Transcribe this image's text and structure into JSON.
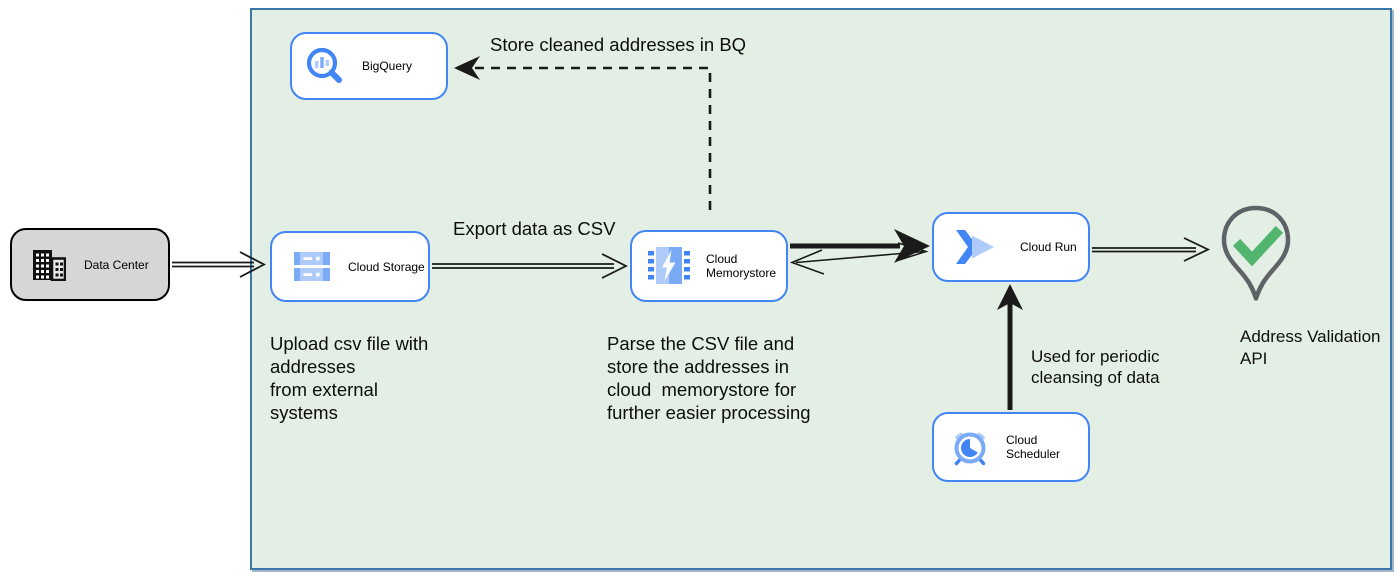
{
  "nodes": {
    "data_center": {
      "label": "Data Center",
      "icon": "building-icon"
    },
    "bigquery": {
      "label": "BigQuery",
      "icon": "bigquery-search-icon"
    },
    "cloud_storage": {
      "label": "Cloud Storage",
      "icon": "storage-buckets-icon"
    },
    "cloud_memorystore": {
      "label": "Cloud\nMemorystore",
      "icon": "memorystore-chip-icon"
    },
    "cloud_run": {
      "label": "Cloud Run",
      "icon": "cloud-run-chevrons-icon"
    },
    "cloud_scheduler": {
      "label": "Cloud Scheduler",
      "icon": "scheduler-alarm-clock-icon"
    },
    "address_validation_api": {
      "label": "Address Validation\nAPI",
      "icon": "map-pin-check-icon"
    }
  },
  "annotations": {
    "store_in_bq": "Store cleaned addresses in BQ",
    "export_csv": "Export data as CSV",
    "upload_csv": "Upload csv file with\naddresses\nfrom external\nsystems",
    "parse_csv": "Parse the CSV file and\nstore the addresses in\ncloud  memorystore for\nfurther easier processing",
    "periodic_cleansing": "Used for periodic\ncleansing of data"
  },
  "colors": {
    "container_fill": "#e3efe4",
    "container_border": "#3b76a8",
    "node_border": "#4285f4",
    "node_fill": "#ffffff",
    "data_center_fill": "#d6d6d6",
    "icon_blue": "#4285f4",
    "icon_blue_mid": "#7baaf7",
    "icon_blue_light": "#aecbfa",
    "check_green": "#51b56e",
    "pin_outline": "#5f6368",
    "arrow_black": "#1a1a1a"
  }
}
